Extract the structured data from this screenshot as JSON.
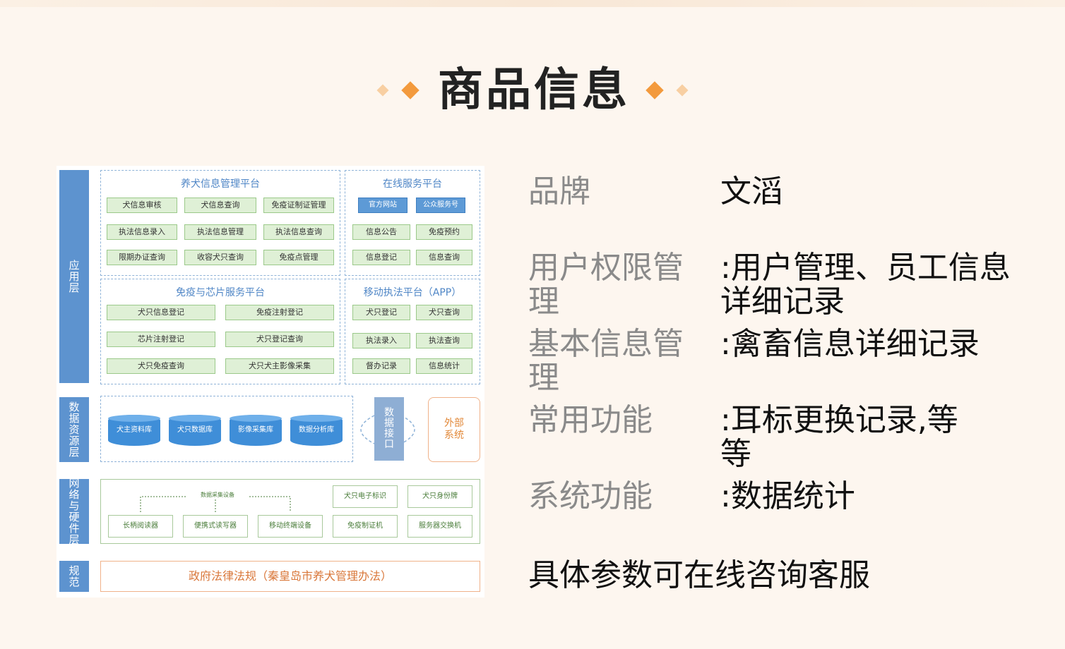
{
  "title": "商品信息",
  "diagram": {
    "layers": [
      "应用层",
      "数据资源层",
      "网络与硬件层",
      "规范"
    ],
    "platform1": {
      "title": "养犬信息管理平台",
      "items": [
        "犬信息审核",
        "犬信息查询",
        "免疫证制证管理",
        "执法信息录入",
        "执法信息管理",
        "执法信息查询",
        "限期办证查询",
        "收容犬只查询",
        "免疫点管理"
      ]
    },
    "platform2": {
      "title": "在线服务平台",
      "blue_items": [
        "官方网站",
        "公众服务号"
      ],
      "items": [
        "信息公告",
        "免疫预约",
        "信息登记",
        "信息查询"
      ]
    },
    "platform3": {
      "title": "免疫与芯片服务平台",
      "items": [
        "犬只信息登记",
        "免疫注射登记",
        "芯片注射登记",
        "犬只登记查询",
        "犬只免疫查询",
        "犬只犬主影像采集"
      ]
    },
    "platform4": {
      "title": "移动执法平台（APP）",
      "items": [
        "犬只登记",
        "犬只查询",
        "执法录入",
        "执法查询",
        "督办记录",
        "信息统计"
      ]
    },
    "databases": [
      "犬主资料库",
      "犬只数据库",
      "影像采集库",
      "数据分析库"
    ],
    "data_interface": "数据接口",
    "external_system": "外部系统",
    "hardware": {
      "group_label": "数据采集设备",
      "items": [
        "长柄阅读器",
        "便携式读写器",
        "移动终端设备",
        "免疫制证机",
        "服务器交换机"
      ],
      "top_items": [
        "犬只电子标识",
        "犬只身份牌"
      ]
    },
    "law": "政府法律法规（秦皇岛市养犬管理办法）"
  },
  "info": [
    {
      "key": "品牌",
      "value": "文滔"
    },
    {
      "key": "用户权限管理",
      "value": ":用户管理、员工信息详细记录"
    },
    {
      "key": "基本信息管理",
      "value": ":禽畜信息详细记录"
    },
    {
      "key": "常用功能",
      "value": ":耳标更换记录,等等"
    },
    {
      "key": "系统功能",
      "value": ":数据统计"
    }
  ],
  "note": "具体参数可在线咨询客服",
  "colors": {
    "accent": "#f39a3d",
    "layer_blue": "#5d93cf",
    "background": "#fdf6ef"
  }
}
